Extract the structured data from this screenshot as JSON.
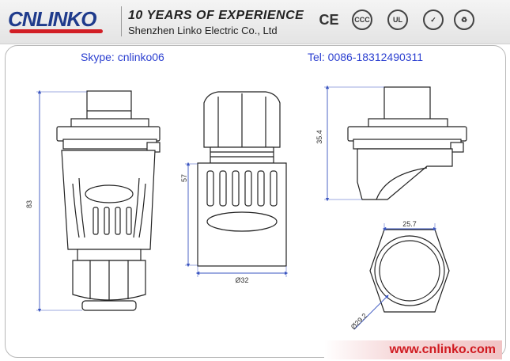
{
  "header": {
    "logo_text": "CNLINKO",
    "tagline": "10 YEARS OF  EXPERIENCE",
    "company": "Shenzhen Linko Electric Co., Ltd",
    "cert_icons": [
      "ce-mark-icon",
      "ccc-mark-icon",
      "ul-mark-icon",
      "rohs-mark-icon",
      "recycle-mark-icon"
    ]
  },
  "contacts": {
    "skype": "Skype: cnlinko06",
    "tel": "Tel: 0086-18312490311"
  },
  "dimensions": {
    "height_left": "83",
    "height_mid": "57",
    "diameter_mid": "Ø32",
    "height_right": "35.4",
    "width_bottom": "25.7",
    "diameter_bottom": "Ø29.2"
  },
  "footer": {
    "website": "www.cnlinko.com"
  },
  "colors": {
    "brand_blue": "#1f3b8c",
    "link_blue": "#2b3fd0",
    "brand_red": "#d01a20",
    "dim_line": "#3a55c0"
  }
}
